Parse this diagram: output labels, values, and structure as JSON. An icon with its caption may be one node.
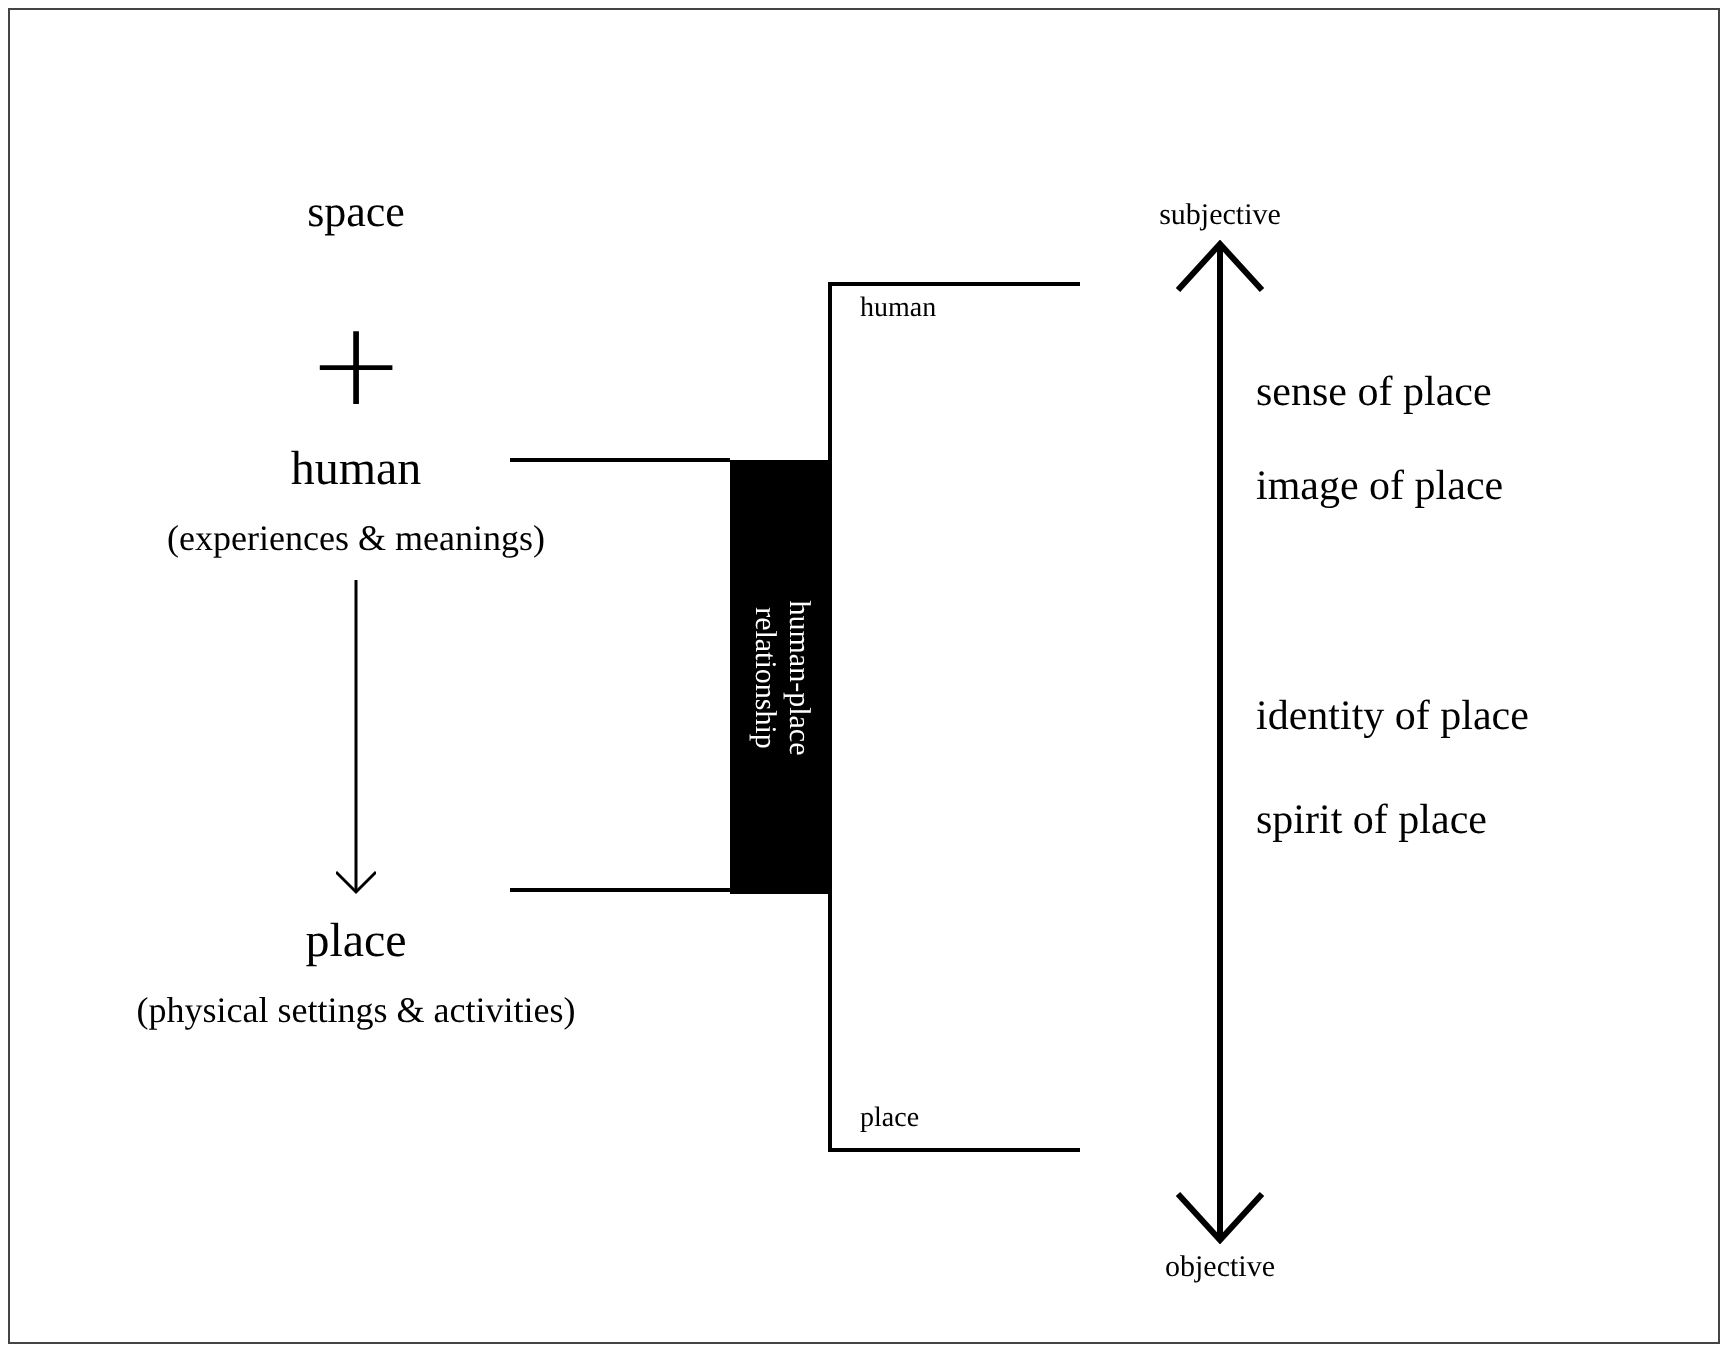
{
  "diagram": {
    "nodes": [
      {
        "text": [
          "human",
          "(experiences & meanings)"
        ]
      },
      {
        "text": [
          "place",
          "(physical settings & activities)"
        ]
      },
      {
        "text": [
          "human-place relationship"
        ]
      },
      {
        "text": [
          "subjective"
        ]
      },
      {
        "text": [
          "objective"
        ]
      }
    ],
    "edges": [
      {
        "from": 0,
        "to": 1,
        "arrow": "to"
      },
      {
        "from": 0,
        "to": 2,
        "arrow": "none"
      },
      {
        "from": 1,
        "to": 2,
        "arrow": "none"
      },
      {
        "from": 3,
        "to": 4,
        "arrow": "both"
      }
    ],
    "labels": [
      "space",
      "human",
      "+",
      "sense of place",
      "image of place",
      "identity of place",
      "spirit of place",
      "place"
    ]
  }
}
